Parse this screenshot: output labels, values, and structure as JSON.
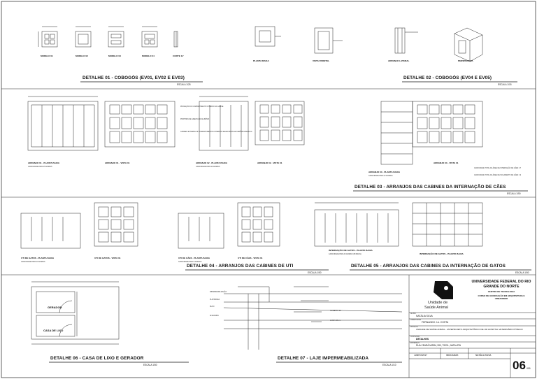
{
  "sheet": {
    "sections": [
      {
        "title": "DETALHE 01 - COBOGÓS (EV01, EV02 E EV03)",
        "scale": "ESCALA 1/25"
      },
      {
        "title": "DETALHE 02 - COBOGÓS (EV04 E EV05)",
        "scale": "ESCALA 1/15"
      },
      {
        "title": "DETALHE 03 - ARRANJOS DAS CABINES DA INTERNAÇÃO DE CÃES",
        "scale": "ESCALA 1/50"
      },
      {
        "title": "DETALHE 04 - ARRANJOS DAS CABINES DE UTI",
        "scale": "ESCALA 1/50"
      },
      {
        "title": "DETALHE 05 - ARRANJOS DAS CABINES DA INTERNAÇÃO DE GATOS",
        "scale": "ESCALA 1/50"
      },
      {
        "title": "DETALHE 06 - CASA DE LIXO E GERADOR",
        "scale": "ESCALA 1/50"
      },
      {
        "title": "DETALHE 07 - LAJE IMPERMEABILIZADA",
        "scale": "ESCALA 1/10"
      }
    ],
    "labels": {
      "d1_models": [
        "MODELO 01",
        "MODELO 02",
        "MODELO 03",
        "MODELO 04",
        "CORTE 11'"
      ],
      "d2_views": [
        "PLANTA BAIXA",
        "VISTA FRONTAL",
        "ARRANJO LATERAL",
        "PERSPECTIVA"
      ],
      "d3": [
        "ARRANJO 01 - PLANTA BAIXA",
        "ARRANJO 01 - VISTA 01",
        "ARRANJO 02 - PLANTA BAIXA",
        "ARRANJO 02 - VISTA 01",
        "ARRANJO 03 - PLANTA BAIXA",
        "ARRANJO 03 - VISTA 01"
      ],
      "d3_caps": [
        "CAPACIDADE PARA 15 ANIMAIS",
        "CAPACIDADE PARA 20 ANIMAIS",
        "CAPACIDADE PARA 12 ANIMAIS",
        "CAPACIDADE TOTAL DA ÁREA DE INTERNAÇÃO DE CÃES: 47",
        "CAPACIDADE TOTAL DA ÁREA DE ISOLAMENTO DE CÃES: 19"
      ],
      "d4": [
        "UTI DE GATOS - PLANTA BAIXA",
        "UTI DE GATOS - VISTA 01",
        "UTI DE CÃES - PLANTA BAIXA",
        "UTI DE CÃES - VISTA 01"
      ],
      "d4_caps": [
        "CAPACIDADE PARA 10 ANIMAIS",
        "CAPACIDADE PARA 5 ANIMAIS"
      ],
      "d5": [
        "INTERNAÇÃO DE GATOS - PLANTA BAIXA",
        "INTERNAÇÃO DE GATOS - PLANTA BAIXA"
      ],
      "d5_caps": [
        "CAPACIDADE PARA 32 ANIMAIS (38 BAIAS)"
      ],
      "d6": [
        "GERADOR",
        "CASA DE LIXO"
      ],
      "d7": [
        "IMPERMEABILIZAÇÃO",
        "PLATIBANDA",
        "RUFO",
        "ALVENARIA",
        "CAIMENTO 2%",
        "LAJE h=10 cm"
      ]
    },
    "notes": {
      "projecao": "PROJEÇÃO DO COMPARTIMENTO INTERNO DA CABINE",
      "portinha": "PORTINHA DE GRELHA EM ALUMÍNIO",
      "cabines": "CABINES EXTERNAS E COMPARTIMENTOS INTERNOS REVESTIDOS EM CERÂMICA BRANCA"
    }
  },
  "titleblock": {
    "university": "UNIVERSIDADE FEDERAL DO RIO GRANDE DO NORTE",
    "center": "CENTRO DE TECNOLOGIA",
    "course": "CURSO DE GRADUAÇÃO EM ARQUITETURA E URBANISMO",
    "logo_text1": "Unidade de",
    "logo_text2": "Saúde Animal",
    "aluna_label": "ALUNA",
    "aluna": "NATÁLIA SILVA",
    "orient_label": "ORIENTADOR",
    "orient": "FERNANDO J.A. COSTA",
    "projeto_label": "PROJETO",
    "projeto": "UNIDADE DE SAÚDE ANIMAL - ANTEPROJETO ARQUITETÔNICO DE UM HOSPITAL VETERINÁRIO PÚBLICO",
    "conteudo_label": "CONTEÚDO",
    "conteudo": "DETALHES",
    "endereco_label": "ENDEREÇO",
    "endereco": "RUA CEARÁ MIRIM, 590, TIROL, NATAL/RN",
    "data": "JUNHO/2017",
    "escala": "INDICADAS",
    "desenho": "NATÁLIA SILVA",
    "sheet_num": "06",
    "sheet_total": "/06"
  }
}
